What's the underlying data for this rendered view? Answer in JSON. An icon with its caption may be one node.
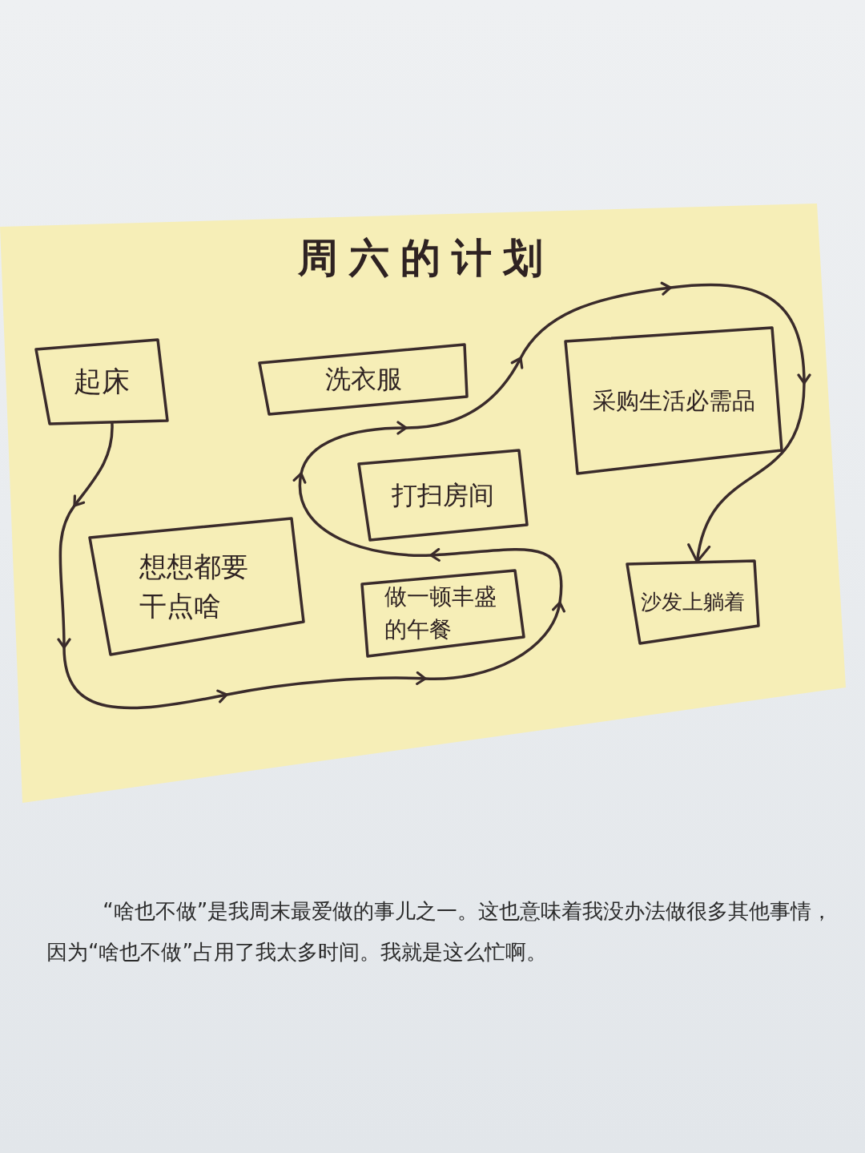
{
  "diagram": {
    "title": "周六的计划",
    "nodes": [
      {
        "text": [
          "起床"
        ]
      },
      {
        "text": [
          "洗衣服"
        ]
      },
      {
        "text": [
          "采购生活必需品"
        ]
      },
      {
        "text": [
          "打扫房间"
        ]
      },
      {
        "text": [
          "想想都要干点啥"
        ]
      },
      {
        "text": [
          "做一顿丰盛的午餐"
        ]
      },
      {
        "text": [
          "沙发上躺着"
        ]
      }
    ],
    "edges": [
      {
        "from": 0,
        "to": 6,
        "arrow": "to"
      }
    ],
    "labels": [
      "“啥也不做”是我周末最爱做的事儿之一。这也意味着我没办法做很多其他事情，因为“啥也不做”占用了我太多时间。我就是这么忙啊。"
    ]
  }
}
